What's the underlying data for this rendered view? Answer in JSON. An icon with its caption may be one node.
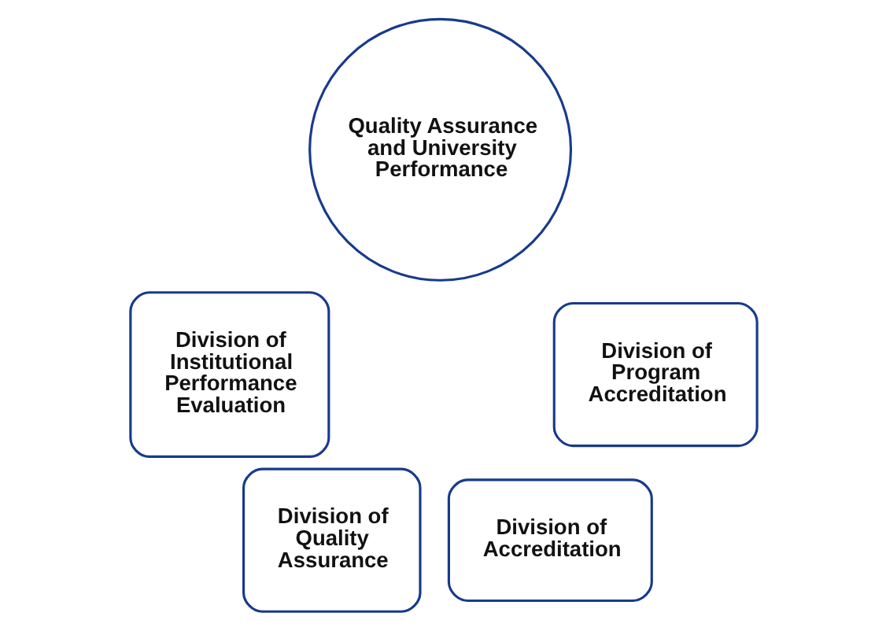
{
  "diagram": {
    "nodes": [
      {
        "text": [
          "Quality Assurance and University Performance"
        ]
      },
      {
        "text": [
          "Division of Institutional Performance Evaluation"
        ]
      },
      {
        "text": [
          "Division of Quality Assurance"
        ]
      },
      {
        "text": [
          "Division of Accreditation"
        ]
      },
      {
        "text": [
          "Division of Program Accreditation"
        ]
      }
    ]
  }
}
